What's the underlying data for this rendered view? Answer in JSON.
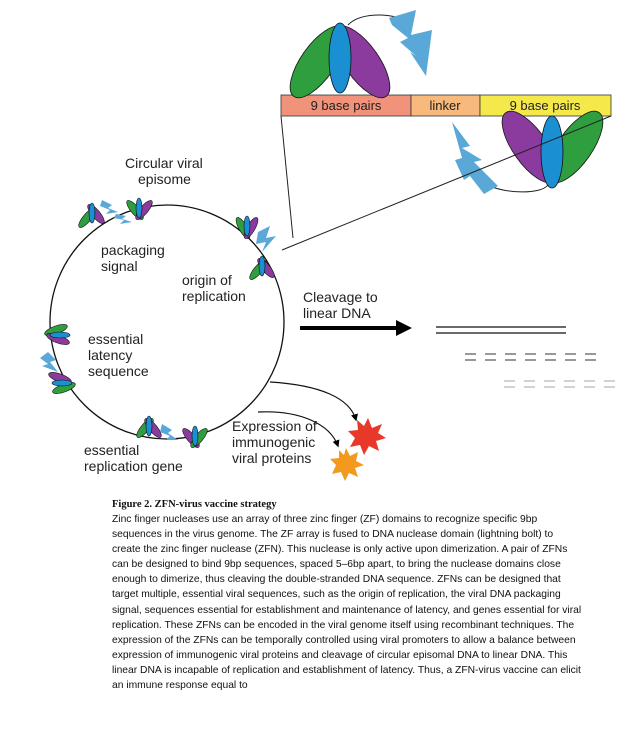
{
  "diagram": {
    "zoom_bar": {
      "segments": [
        "9 base pairs",
        "linker",
        "9 base pairs"
      ],
      "colors": {
        "left": "#f0937a",
        "linker": "#f7b97c",
        "right": "#f4e84a"
      }
    },
    "labels": {
      "circular_episome": [
        "Circular viral",
        "episome"
      ],
      "packaging_signal": [
        "packaging",
        "signal"
      ],
      "origin": [
        "origin of",
        "replication"
      ],
      "latency": [
        "essential",
        "latency",
        "sequence"
      ],
      "replication_gene": [
        "essential",
        "replication gene"
      ],
      "cleavage": [
        "Cleavage to",
        "linear DNA"
      ],
      "expression": [
        "Expression of",
        "immunogenic",
        "viral proteins"
      ]
    },
    "colors": {
      "zf_green": "#2e9e3e",
      "zf_blue": "#1a8fd1",
      "zf_purple": "#8b3b9e",
      "nuclease": "#5aa8d8",
      "protein_red": "#e8382a",
      "protein_orange": "#f39a1e"
    }
  },
  "caption": {
    "title": "Figure 2. ZFN-virus vaccine strategy",
    "body": "Zinc finger nucleases use an array of three zinc finger (ZF) domains to recognize specific 9bp sequences in the virus genome. The ZF array is fused to DNA nuclease domain (lightning bolt) to create the zinc finger nuclease (ZFN). This nuclease is only active upon dimerization. A pair of ZFNs can be designed to bind 9bp sequences, spaced 5–6bp apart, to bring the nuclease domains close enough to dimerize, thus cleaving the double-stranded DNA sequence. ZFNs can be designed that target multiple, essential viral sequences, such as the origin of replication, the viral DNA packaging signal, sequences essential for establishment and maintenance of latency, and genes essential for viral replication. These ZFNs can be encoded in the viral genome itself using recombinant techniques. The expression of the ZFNs can be temporally controlled using viral promoters to allow a balance between expression of immunogenic viral proteins and cleavage of circular episomal DNA to linear DNA. This linear DNA is incapable of replication and establishment of latency. Thus, a ZFN-virus vaccine can elicit an immune response equal to"
  }
}
